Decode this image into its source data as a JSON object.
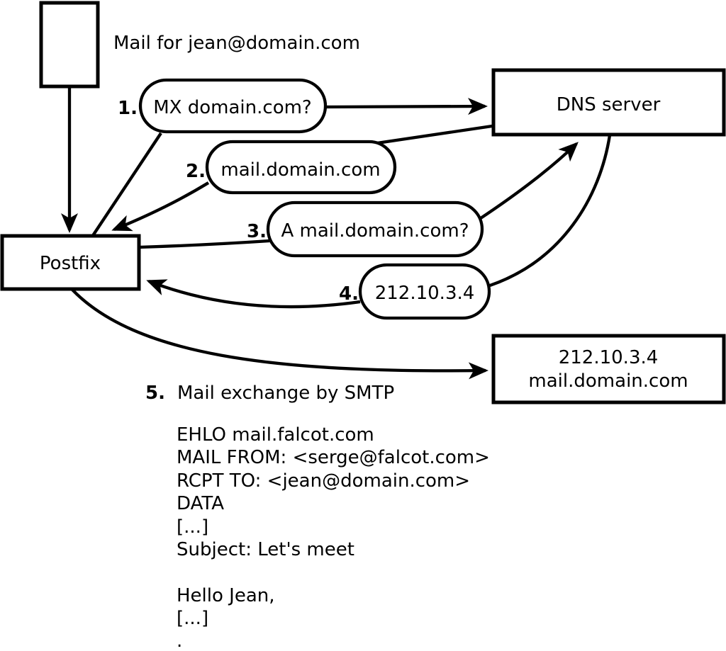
{
  "colors": {
    "stroke": "#000000",
    "node_fill": "#ffffff",
    "text": "#000000",
    "background": "#ffffff"
  },
  "diagram": {
    "sender_label": "Mail for jean@domain.com",
    "icons": {
      "mail_message": "blank-rectangle-message",
      "arrowhead": "filled-triangle"
    },
    "nodes": {
      "postfix": {
        "label": "Postfix"
      },
      "dns_server": {
        "label": "DNS server"
      },
      "mail_server": {
        "line1": "212.10.3.4",
        "line2": "mail.domain.com"
      }
    },
    "steps": [
      {
        "number": "1.",
        "label": "MX domain.com?"
      },
      {
        "number": "2.",
        "label": "mail.domain.com"
      },
      {
        "number": "3.",
        "label": "A mail.domain.com?"
      },
      {
        "number": "4.",
        "label": "212.10.3.4"
      },
      {
        "number": "5.",
        "label": "Mail exchange by SMTP"
      }
    ],
    "smtp_session": {
      "lines": [
        "EHLO mail.falcot.com",
        "MAIL FROM: <serge@falcot.com>",
        "RCPT TO: <jean@domain.com>",
        "DATA",
        "[...]",
        "Subject: Let's meet",
        "",
        "Hello Jean,",
        "[...]",
        "."
      ]
    }
  }
}
